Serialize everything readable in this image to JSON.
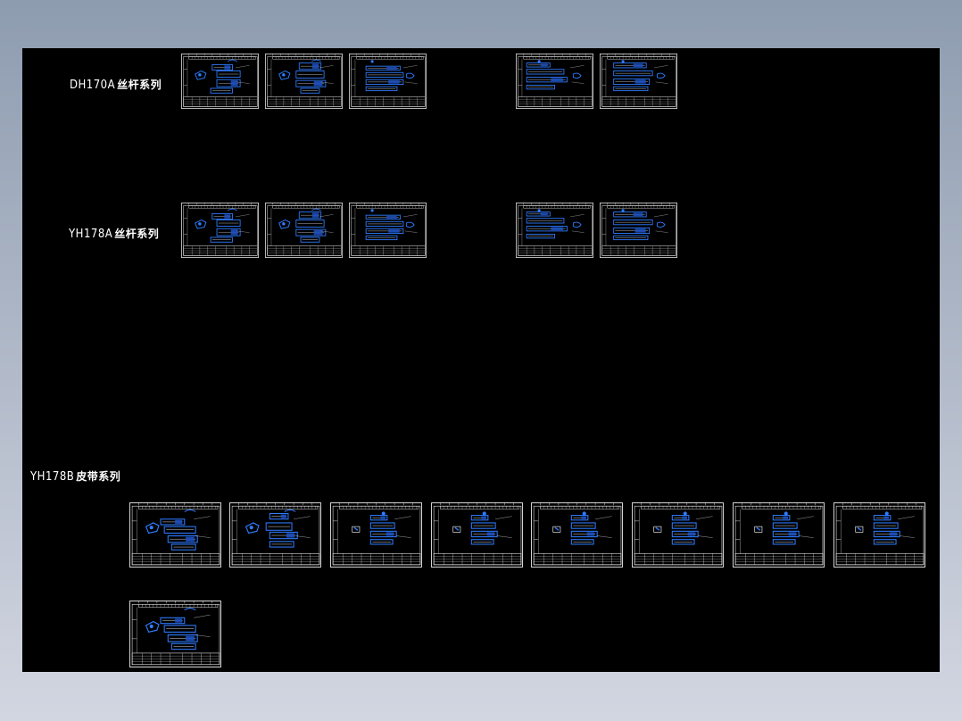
{
  "viewport": {
    "background": "#000000"
  },
  "colors": {
    "frame": "#ffffff",
    "part": "#2f7cff",
    "part_dark": "#1c4fbf",
    "backdrop": "#9aa6b8"
  },
  "series": [
    {
      "id": "dh170a",
      "code": "DH170A",
      "cn": "丝杆系列",
      "sheet_count": 5
    },
    {
      "id": "yh178a",
      "code": "YH178A",
      "cn": "丝杆系列",
      "sheet_count": 5
    },
    {
      "id": "yh178b",
      "code": "YH178B",
      "cn": "皮带系列",
      "sheet_count": 9
    }
  ]
}
